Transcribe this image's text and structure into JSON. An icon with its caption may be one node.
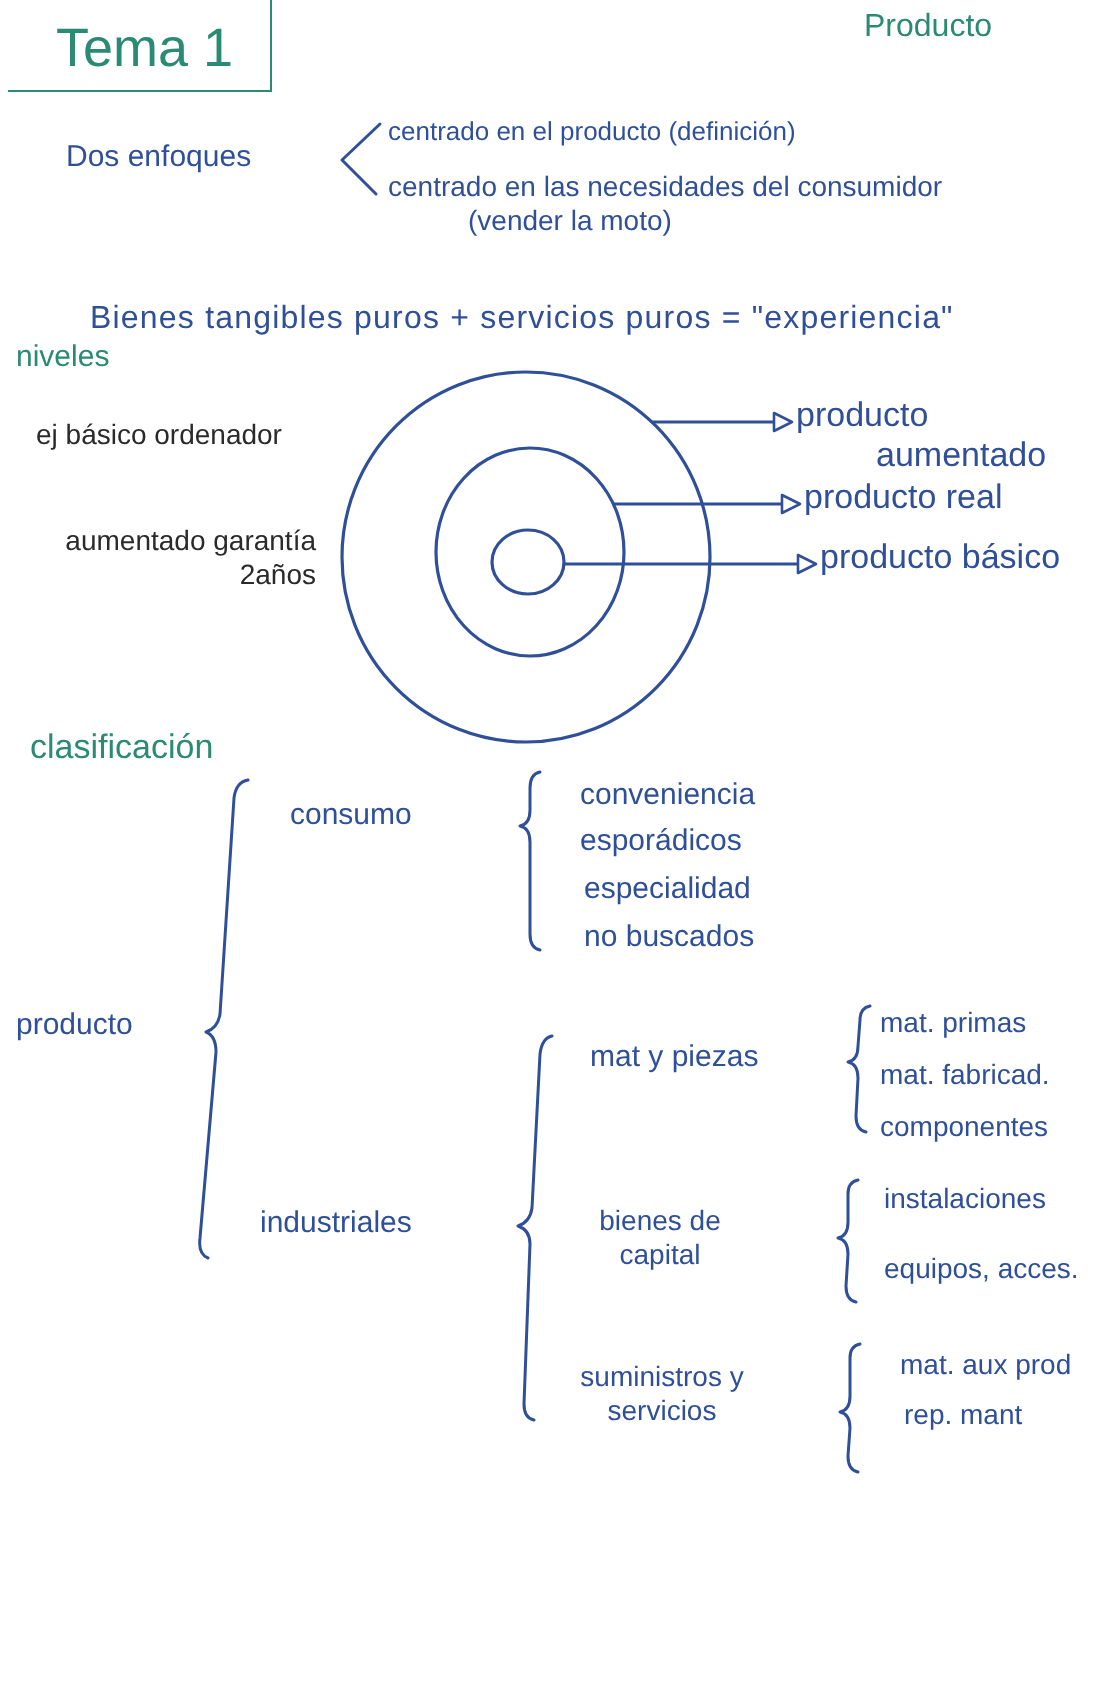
{
  "diagram": {
    "title": "Tema 1",
    "nodes": [
      {
        "text": [],
        "shape": "circle"
      },
      {
        "text": [],
        "shape": "circle",
        "in": 0
      },
      {
        "text": [],
        "shape": "circle",
        "in": 1
      },
      {
        "text": [
          "producto aumentado"
        ]
      },
      {
        "text": [
          "producto real"
        ]
      },
      {
        "text": [
          "producto básico"
        ]
      }
    ],
    "edges": [
      {
        "from": 0,
        "to": 3,
        "arrow": "to"
      },
      {
        "from": 1,
        "to": 4,
        "arrow": "to"
      },
      {
        "from": 2,
        "to": 5,
        "arrow": "to"
      }
    ],
    "labels": [
      "Producto",
      "Dos enfoques",
      "centrado en el producto (definición)",
      "centrado en las necesidades del consumidor (vender la moto)",
      "Bienes tangibles puros + servicios puros = \"experiencia\"",
      "niveles",
      "ej básico ordenador",
      "aumentado garantía 2años",
      "clasificación",
      "consumo",
      "conveniencia",
      "esporádicos",
      "especialidad",
      "no buscados",
      "producto",
      "mat. primas",
      "mat y piezas",
      "mat. fabricad.",
      "componentes",
      "instalaciones",
      "industriales",
      "bienes de capital",
      "equipos, acces.",
      "suministros y servicios",
      "mat. aux prod",
      "rep. mant"
    ]
  }
}
